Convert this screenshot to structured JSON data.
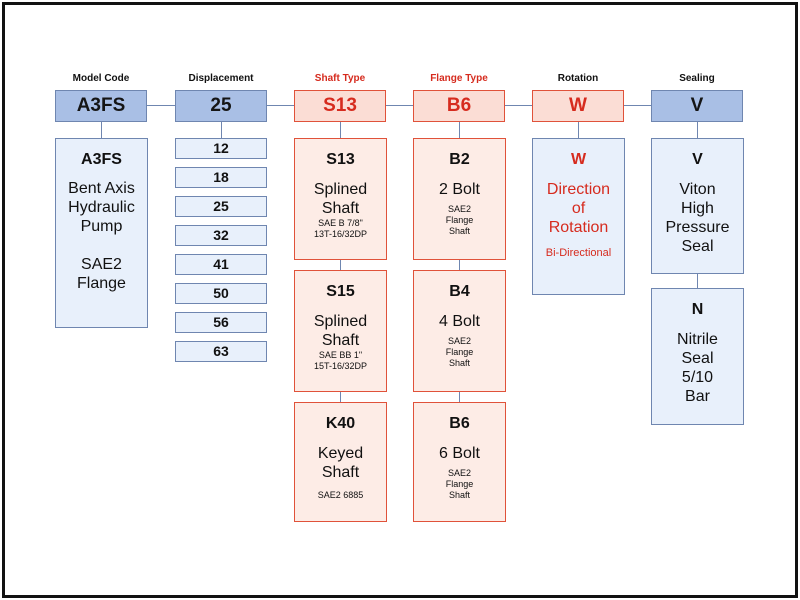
{
  "columns": {
    "model": {
      "label": "Model Code",
      "code": "A3FS"
    },
    "displacement": {
      "label": "Displacement",
      "code": "25"
    },
    "shaft": {
      "label": "Shaft Type",
      "code": "S13"
    },
    "flange": {
      "label": "Flange Type",
      "code": "B6"
    },
    "rotation": {
      "label": "Rotation",
      "code": "W"
    },
    "sealing": {
      "label": "Sealing",
      "code": "V"
    }
  },
  "model_card": {
    "code": "A3FS",
    "desc": [
      "Bent Axis",
      "Hydraulic",
      "Pump",
      "",
      "SAE2",
      "Flange"
    ]
  },
  "displacement_options": [
    "12",
    "18",
    "25",
    "32",
    "41",
    "50",
    "56",
    "63"
  ],
  "shaft_options": [
    {
      "code": "S13",
      "desc": [
        "Splined",
        "Shaft"
      ],
      "detail": [
        "SAE B 7/8\"",
        "13T-16/32DP"
      ]
    },
    {
      "code": "S15",
      "desc": [
        "Splined",
        "Shaft"
      ],
      "detail": [
        "SAE BB 1\"",
        "15T-16/32DP"
      ]
    },
    {
      "code": "K40",
      "desc": [
        "Keyed",
        "Shaft"
      ],
      "detail": [
        "SAE2 6885"
      ]
    }
  ],
  "flange_options": [
    {
      "code": "B2",
      "desc": "2 Bolt",
      "detail": [
        "SAE2",
        "Flange",
        "Shaft"
      ]
    },
    {
      "code": "B4",
      "desc": "4 Bolt",
      "detail": [
        "SAE2",
        "Flange",
        "Shaft"
      ]
    },
    {
      "code": "B6",
      "desc": "6 Bolt",
      "detail": [
        "SAE2",
        "Flange",
        "Shaft"
      ]
    }
  ],
  "rotation_card": {
    "code": "W",
    "desc": [
      "Direction",
      "of",
      "Rotation"
    ],
    "detail": "Bi-Directional"
  },
  "sealing_options": [
    {
      "code": "V",
      "desc": [
        "Viton",
        "High",
        "Pressure",
        "Seal"
      ]
    },
    {
      "code": "N",
      "desc": [
        "Nitrile",
        "Seal",
        "5/10",
        "Bar"
      ]
    }
  ],
  "colors": {
    "header_blue": "#a9bfe5",
    "card_blue": "#e8f0fb",
    "accent_red": "#d62b1e",
    "card_red": "#fdece6"
  }
}
